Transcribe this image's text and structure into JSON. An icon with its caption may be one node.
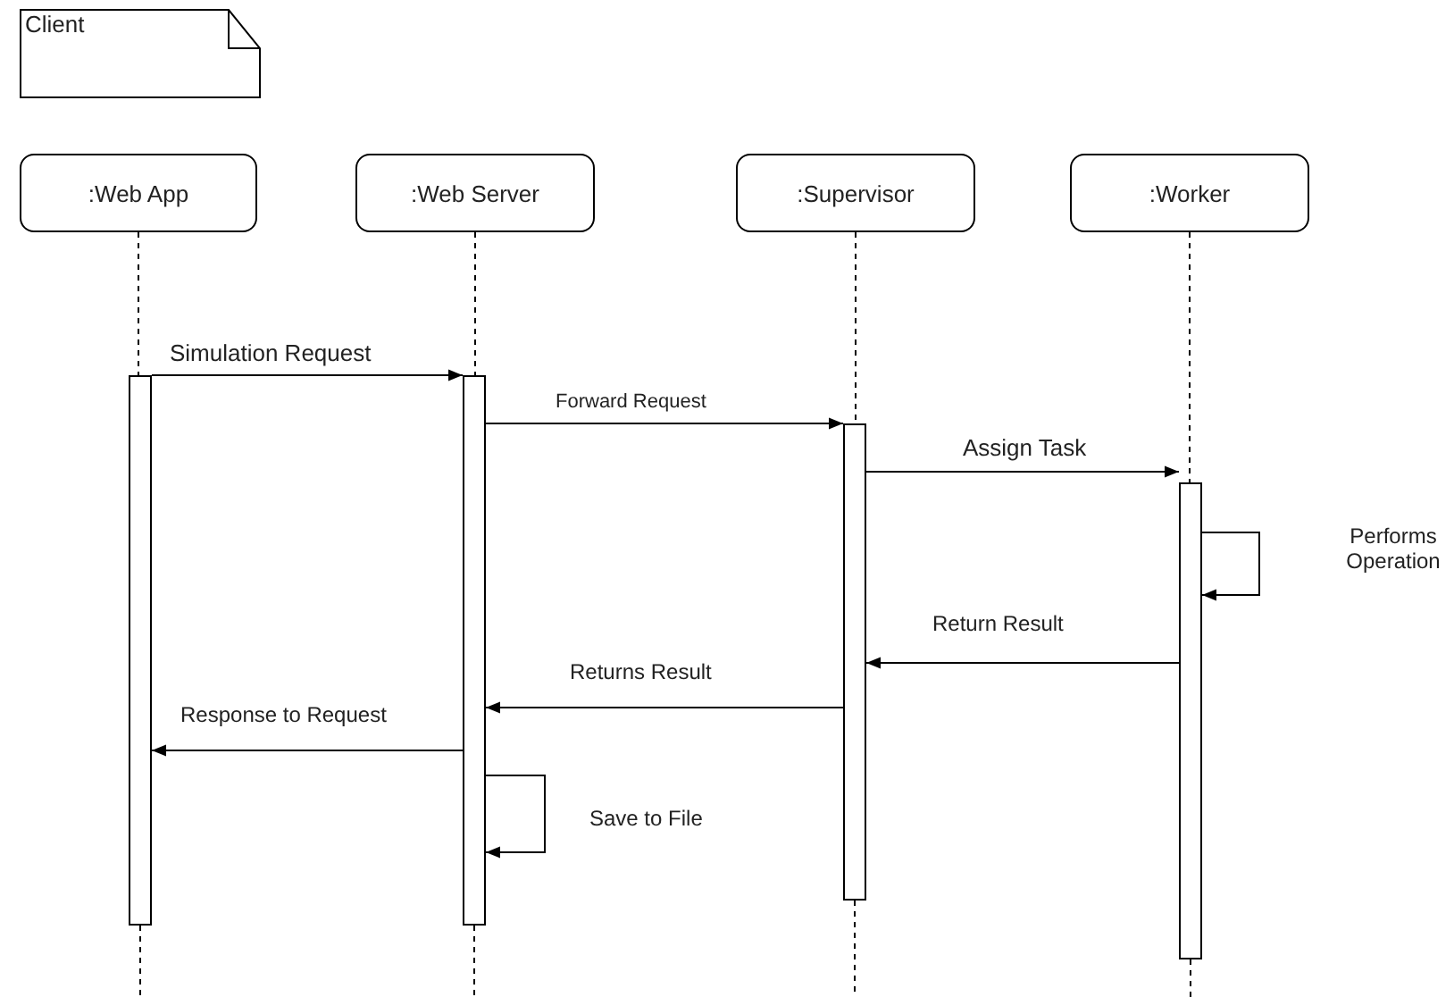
{
  "diagram": {
    "nodes": [
      {
        "text": [
          "Client"
        ]
      },
      {
        "text": [
          ":Web App"
        ]
      },
      {
        "text": [
          ":Web Server"
        ]
      },
      {
        "text": [
          ":Supervisor"
        ]
      },
      {
        "text": [
          ":Worker"
        ]
      },
      {
        "text": [],
        "shape": "bar"
      },
      {
        "text": [],
        "shape": "bar"
      },
      {
        "text": [],
        "shape": "bar"
      },
      {
        "text": [],
        "shape": "bar"
      }
    ],
    "edges": [
      {
        "from": 1,
        "to": 5,
        "arrow": "none",
        "style": "dashed"
      },
      {
        "from": 2,
        "to": 6,
        "arrow": "none",
        "style": "dashed"
      },
      {
        "from": 3,
        "to": 7,
        "arrow": "none",
        "style": "dashed"
      },
      {
        "from": 4,
        "to": 8,
        "arrow": "none",
        "style": "dashed"
      },
      {
        "from": 5,
        "to": 6,
        "arrow": "to",
        "label": "Simulation Request"
      },
      {
        "from": 6,
        "to": 7,
        "arrow": "to",
        "label": "Forward Request"
      },
      {
        "from": 7,
        "to": 8,
        "arrow": "to",
        "label": "Assign Task"
      },
      {
        "from": 8,
        "to": 8,
        "arrow": "to",
        "label": "Performs Operation"
      },
      {
        "from": 8,
        "to": 7,
        "arrow": "to",
        "label": "Return Result"
      },
      {
        "from": 7,
        "to": 6,
        "arrow": "to",
        "label": "Returns Result"
      },
      {
        "from": 6,
        "to": 5,
        "arrow": "to",
        "label": "Response to Request"
      },
      {
        "from": 6,
        "to": 6,
        "arrow": "to",
        "label": "Save to File"
      }
    ]
  }
}
